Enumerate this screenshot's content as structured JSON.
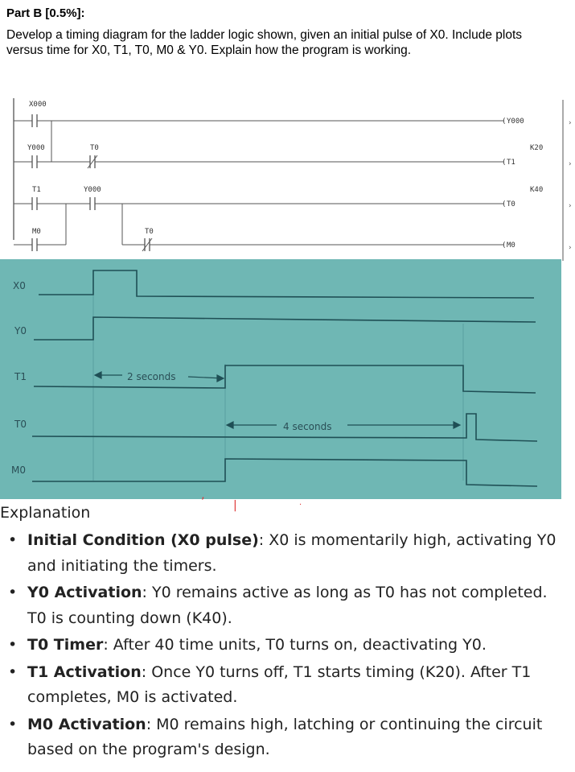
{
  "question": {
    "title": "Part B [0.5%]:",
    "body": "Develop a timing diagram for the ladder logic shown, given an initial pulse of X0.  Include plots versus time for X0, T1, T0, M0 & Y0.  Explain how the program is working."
  },
  "ladder": {
    "rungs": [
      {
        "contacts": [
          {
            "label": "X000",
            "type": "NO"
          }
        ],
        "coil": "Y000",
        "setting": ""
      },
      {
        "contacts": [
          {
            "label": "Y000",
            "type": "NO"
          },
          {
            "label": "T0",
            "type": "NC"
          }
        ],
        "coil": "T1",
        "setting": "K20"
      },
      {
        "contacts": [
          {
            "label": "T1",
            "type": "NO"
          },
          {
            "label": "Y000",
            "type": "NO"
          }
        ],
        "coil": "T0",
        "setting": "K40"
      },
      {
        "contacts": [
          {
            "label": "M0",
            "type": "NO"
          },
          {
            "label": "T0",
            "type": "NC"
          }
        ],
        "coil": "M0",
        "setting": ""
      }
    ]
  },
  "timing": {
    "signals": [
      "X0",
      "Y0",
      "T1",
      "T0",
      "M0"
    ],
    "annotations": {
      "first": "2 seconds",
      "second": "4 seconds"
    },
    "colors": {
      "background": "#6fb7b4",
      "trace": "#1f4f55"
    }
  },
  "explanation": {
    "heading": "Explanation",
    "items": [
      {
        "term": "Initial Condition (X0 pulse)",
        "text": ": X0 is momentarily high, activating Y0 and initiating the timers."
      },
      {
        "term": "Y0 Activation",
        "text": ": Y0 remains active as long as T0 has not completed. T0 is counting down (K40)."
      },
      {
        "term": "T0 Timer",
        "text": ": After 40 time units, T0 turns on, deactivating Y0."
      },
      {
        "term": "T1 Activation",
        "text": ": Once Y0 turns off, T1 starts timing (K20). After T1 completes, M0 is activated."
      },
      {
        "term": "M0 Activation",
        "text": ": M0 remains high, latching or continuing the circuit based on the program's design."
      }
    ]
  }
}
